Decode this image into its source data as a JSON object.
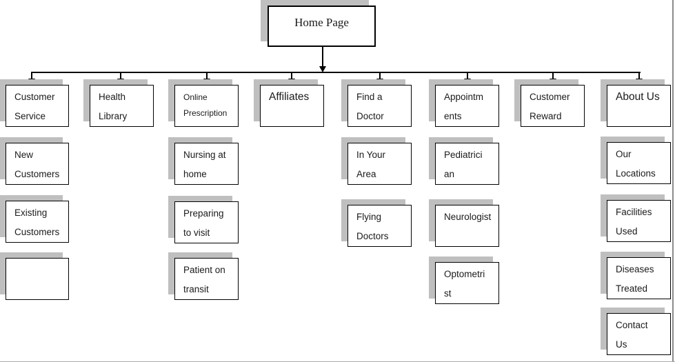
{
  "diagram": {
    "root": {
      "label": "Home Page"
    },
    "columns": [
      {
        "label": "Customer\nService",
        "children": [
          "New\nCustomers",
          "Existing\nCustomers",
          ""
        ]
      },
      {
        "label": "Health\nLibrary",
        "children": []
      },
      {
        "label": "Online\nPrescription",
        "children": [
          "Nursing at\nhome",
          "Preparing\nto visit",
          "Patient on\ntransit"
        ]
      },
      {
        "label": "Affiliates",
        "children": []
      },
      {
        "label": "Find a\nDoctor",
        "children": [
          "In Your\nArea",
          "Flying\nDoctors"
        ]
      },
      {
        "label": "Appointm\nents",
        "children": [
          "Pediatrici\nan",
          "Neurologist",
          "Optometri\nst"
        ]
      },
      {
        "label": "Customer\nReward",
        "children": []
      },
      {
        "label": "About Us",
        "children": [
          "Our\nLocations",
          "Facilities\nUsed",
          "Diseases\nTreated",
          "Contact\nUs"
        ]
      }
    ],
    "colors": {
      "node_shadow": "#bfbfbf",
      "node_border": "#000000",
      "connector": "#000000"
    }
  }
}
